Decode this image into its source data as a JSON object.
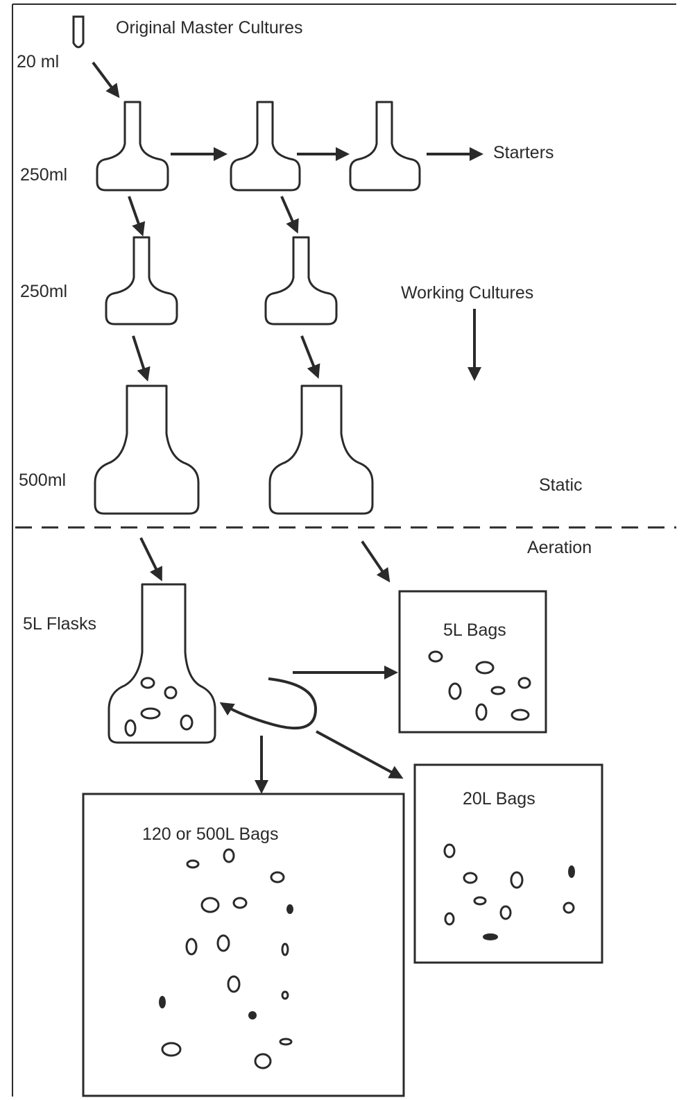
{
  "labels": {
    "original_master_cultures": "Original Master Cultures",
    "vol_20ml": "20 ml",
    "vol_250ml_a": "250ml",
    "vol_250ml_b": "250ml",
    "vol_500ml": "500ml",
    "starters": "Starters",
    "working_cultures": "Working Cultures",
    "static": "Static",
    "aeration": "Aeration",
    "flasks_5l": "5L Flasks",
    "bags_5l": "5L Bags",
    "bags_20l": "20L Bags",
    "bags_120_500l": "120 or 500L Bags"
  },
  "colors": {
    "ink": "#2a2a2a",
    "background": "#ffffff"
  }
}
